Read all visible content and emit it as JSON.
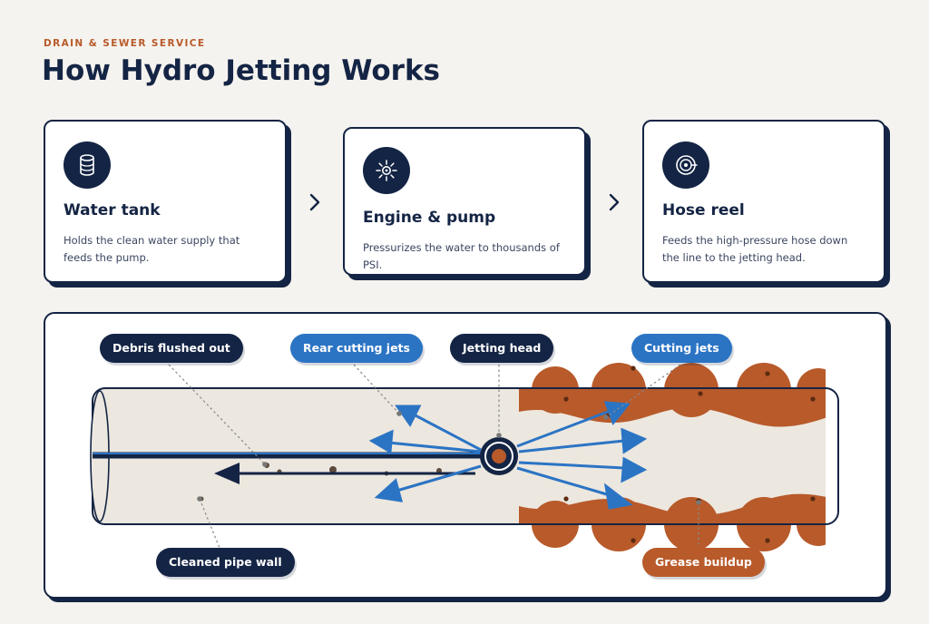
{
  "header": {
    "eyebrow": "DRAIN & SEWER SERVICE",
    "title": "How Hydro Jetting Works"
  },
  "steps": [
    {
      "icon": "water-tank-icon",
      "title": "Water tank",
      "description": "Holds the clean water supply that feeds the pump."
    },
    {
      "icon": "engine-pump-icon",
      "title": "Engine & pump",
      "description": "Pressurizes the water to thousands of PSI."
    },
    {
      "icon": "hose-reel-icon",
      "title": "Hose reel",
      "description": "Feeds the high-pressure hose down the line to the jetting head."
    }
  ],
  "diagram": {
    "labels": {
      "debris": "Debris flushed out",
      "rear_jets": "Rear cutting jets",
      "jetting_head": "Jetting head",
      "cutting_jets": "Cutting jets",
      "cleaned_wall": "Cleaned pipe wall",
      "grease": "Grease buildup"
    }
  },
  "colors": {
    "navy": "#142444",
    "blue": "#2b74c4",
    "rust": "#b85a2a",
    "pipe_clean": "#ece7df",
    "background": "#f5f3ef"
  }
}
